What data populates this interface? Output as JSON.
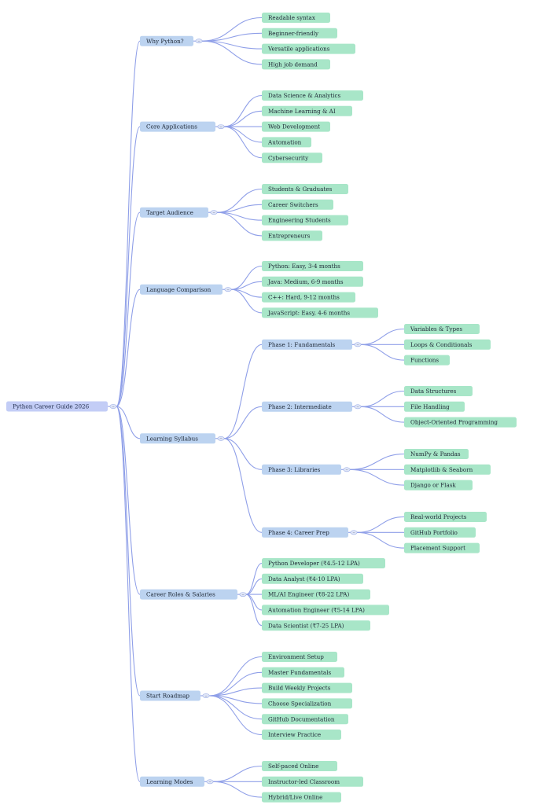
{
  "colors": {
    "root_fill": "#c3cdf6",
    "branch_fill": "#bcd3f0",
    "leaf_fill": "#a8e6c8",
    "edge_color": "#8f9fe8",
    "toggle_fill": "#dfe5f7",
    "toggle_stroke": "#9fb0e6"
  },
  "root": {
    "label": "Python Career Guide 2026",
    "children": [
      {
        "label": "Why Python?",
        "children": [
          {
            "label": "Readable syntax"
          },
          {
            "label": "Beginner-friendly"
          },
          {
            "label": "Versatile applications"
          },
          {
            "label": "High job demand"
          }
        ]
      },
      {
        "label": "Core Applications",
        "children": [
          {
            "label": "Data Science & Analytics"
          },
          {
            "label": "Machine Learning & AI"
          },
          {
            "label": "Web Development"
          },
          {
            "label": "Automation"
          },
          {
            "label": "Cybersecurity"
          }
        ]
      },
      {
        "label": "Target Audience",
        "children": [
          {
            "label": "Students & Graduates"
          },
          {
            "label": "Career Switchers"
          },
          {
            "label": "Engineering Students"
          },
          {
            "label": "Entrepreneurs"
          }
        ]
      },
      {
        "label": "Language Comparison",
        "children": [
          {
            "label": "Python: Easy, 3-4 months"
          },
          {
            "label": "Java: Medium, 6-9 months"
          },
          {
            "label": "C++: Hard, 9-12 months"
          },
          {
            "label": "JavaScript: Easy, 4-6 months"
          }
        ]
      },
      {
        "label": "Learning Syllabus",
        "children": [
          {
            "label": "Phase 1: Fundamentals",
            "children": [
              {
                "label": "Variables & Types"
              },
              {
                "label": "Loops & Conditionals"
              },
              {
                "label": "Functions"
              }
            ]
          },
          {
            "label": "Phase 2: Intermediate",
            "children": [
              {
                "label": "Data Structures"
              },
              {
                "label": "File Handling"
              },
              {
                "label": "Object-Oriented Programming"
              }
            ]
          },
          {
            "label": "Phase 3: Libraries",
            "children": [
              {
                "label": "NumPy & Pandas"
              },
              {
                "label": "Matplotlib & Seaborn"
              },
              {
                "label": "Django or Flask"
              }
            ]
          },
          {
            "label": "Phase 4: Career Prep",
            "children": [
              {
                "label": "Real-world Projects"
              },
              {
                "label": "GitHub Portfolio"
              },
              {
                "label": "Placement Support"
              }
            ]
          }
        ]
      },
      {
        "label": "Career Roles & Salaries",
        "children": [
          {
            "label": "Python Developer (₹4.5-12 LPA)"
          },
          {
            "label": "Data Analyst (₹4-10 LPA)"
          },
          {
            "label": "ML/AI Engineer (₹8-22 LPA)"
          },
          {
            "label": "Automation Engineer (₹5-14 LPA)"
          },
          {
            "label": "Data Scientist (₹7-25 LPA)"
          }
        ]
      },
      {
        "label": "Start Roadmap",
        "children": [
          {
            "label": "Environment Setup"
          },
          {
            "label": "Master Fundamentals"
          },
          {
            "label": "Build Weekly Projects"
          },
          {
            "label": "Choose Specialization"
          },
          {
            "label": "GitHub Documentation"
          },
          {
            "label": "Interview Practice"
          }
        ]
      },
      {
        "label": "Learning Modes",
        "children": [
          {
            "label": "Self-paced Online"
          },
          {
            "label": "Instructor-led Classroom"
          },
          {
            "label": "Hybrid/Live Online"
          }
        ]
      }
    ]
  }
}
